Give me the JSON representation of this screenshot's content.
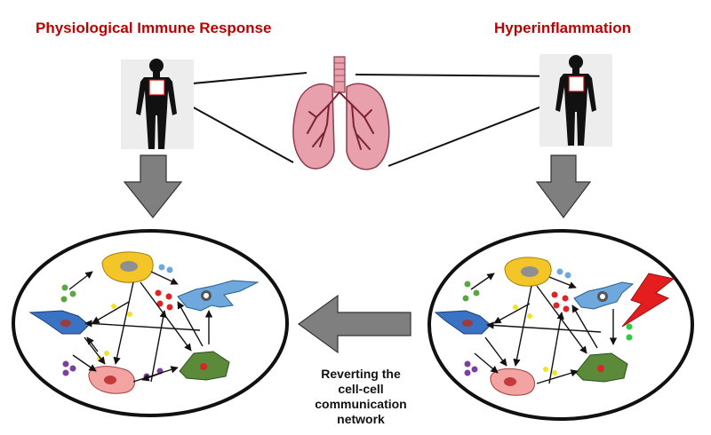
{
  "titles": {
    "left": "Physiological Immune Response",
    "right": "Hyperinflammation"
  },
  "caption": {
    "line1": "Reverting the",
    "line2": "cell-cell communication",
    "line3": "network"
  },
  "colors": {
    "title": "#c00000",
    "arrow_fill": "#7f7f7f",
    "lung": "#e8a0ac",
    "lightning": "#e41e1e"
  }
}
